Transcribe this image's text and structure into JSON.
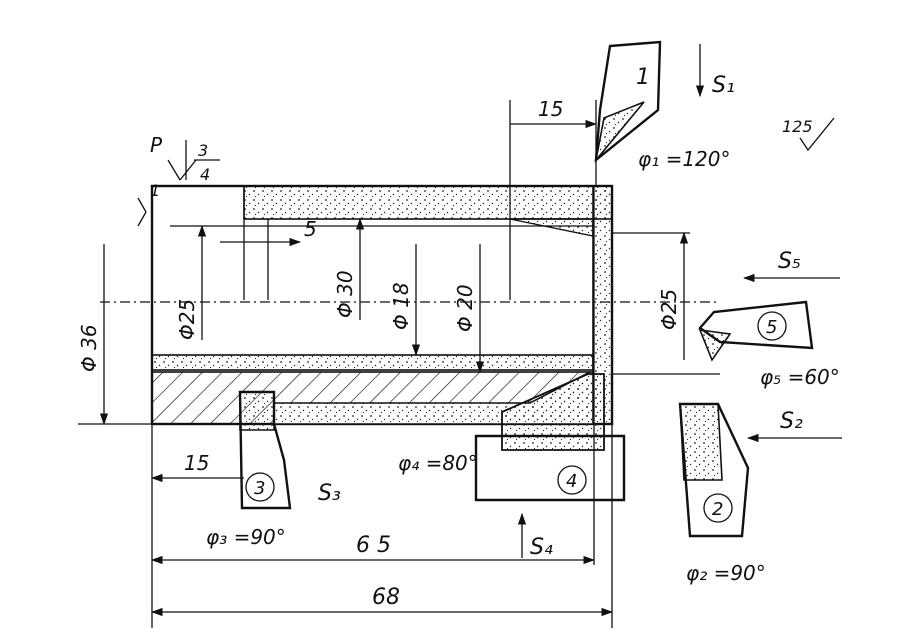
{
  "surface_mark": {
    "p_label": "P",
    "num": "3",
    "den": "4"
  },
  "datum_mark": {
    "label": "1"
  },
  "roughness": {
    "value": "125"
  },
  "dimensions": {
    "d15_left": "15",
    "d15_top": "15",
    "d5": "5",
    "d36": "Φ 36",
    "d25_left": "Φ25",
    "d30": "Φ 30",
    "d18": "Φ 18",
    "d20": "Φ 20",
    "d25_right": "Φ25",
    "d65": "6 5",
    "d68": "68"
  },
  "tools": [
    {
      "id": "1",
      "angle": "φ₁ =120°",
      "feed": "S₁"
    },
    {
      "id": "2",
      "angle": "φ₂ =90°",
      "feed": "S₂"
    },
    {
      "id": "3",
      "angle": "φ₃ =90°",
      "feed": "S₃"
    },
    {
      "id": "4",
      "angle": "φ₄ =80°",
      "feed": "S₄"
    },
    {
      "id": "5",
      "angle": "φ₅ =60°",
      "feed": "S₅"
    }
  ]
}
